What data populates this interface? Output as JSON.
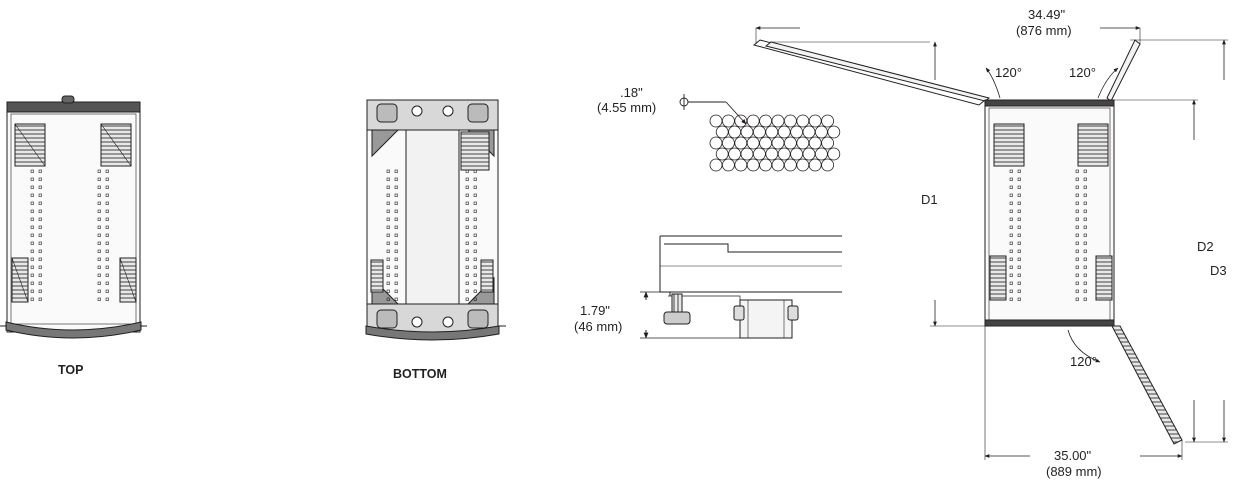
{
  "views": {
    "top": {
      "label": "TOP"
    },
    "bottom": {
      "label": "BOTTOM"
    }
  },
  "perforation": {
    "diameter_in": ".18\"",
    "diameter_mm": "(4.55 mm)"
  },
  "leveler": {
    "height_in": "1.79\"",
    "height_mm": "(46 mm)"
  },
  "plan": {
    "top_width_in": "34.49\"",
    "top_width_mm": "(876 mm)",
    "bottom_width_in": "35.00\"",
    "bottom_width_mm": "(889 mm)",
    "angle_left": "120°",
    "angle_right": "120°",
    "angle_door": "120°",
    "d1": "D1",
    "d2": "D2",
    "d3": "D3"
  },
  "colors": {
    "line": "#231f20",
    "fill_dark": "#3a3a3a",
    "fill_mid": "#9a9a9a",
    "fill_light": "#e6e6e6"
  }
}
